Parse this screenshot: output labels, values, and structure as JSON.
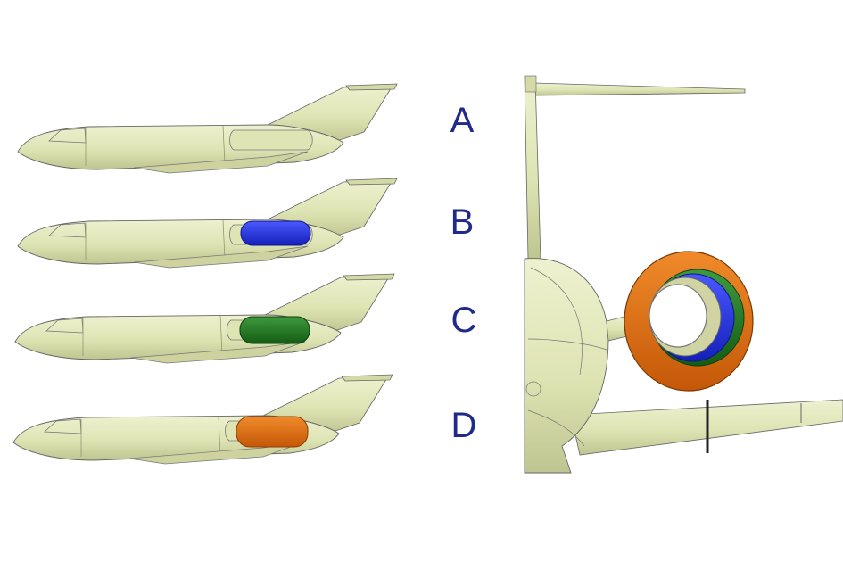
{
  "figure": {
    "variants": [
      {
        "label": "A",
        "nacelle": "none"
      },
      {
        "label": "B",
        "nacelle": "blue"
      },
      {
        "label": "C",
        "nacelle": "green"
      },
      {
        "label": "D",
        "nacelle": "orange"
      }
    ]
  },
  "colors": {
    "airframe": "#dfe4b4",
    "airframe_shadow": "#c6cc98",
    "outline": "#555555",
    "label": "#1f2a8a",
    "blue": "#1f2fd6",
    "green": "#1f7a1f",
    "orange": "#e06a10"
  }
}
